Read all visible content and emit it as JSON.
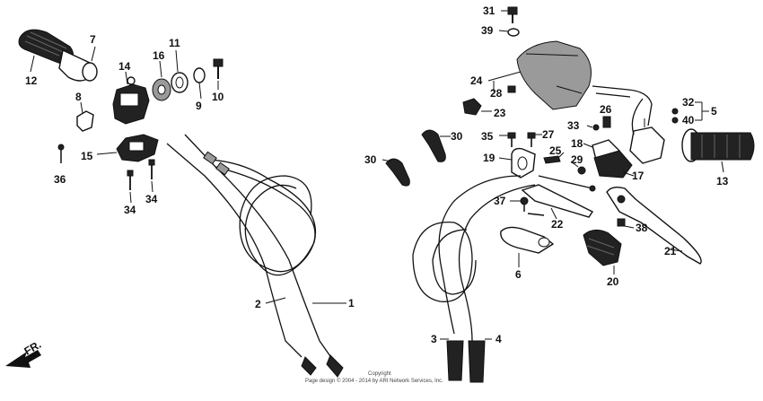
{
  "callouts": {
    "c1": "1",
    "c2": "2",
    "c3": "3",
    "c4": "4",
    "c5": "5",
    "c6": "6",
    "c7": "7",
    "c8": "8",
    "c9": "9",
    "c10": "10",
    "c11": "11",
    "c12": "12",
    "c13": "13",
    "c14": "14",
    "c15": "15",
    "c16": "16",
    "c17": "17",
    "c18": "18",
    "c19": "19",
    "c20": "20",
    "c21": "21",
    "c22": "22",
    "c23": "23",
    "c24": "24",
    "c25": "25",
    "c26": "26",
    "c27": "27",
    "c28": "28",
    "c29": "29",
    "c30a": "30",
    "c30b": "30",
    "c31": "31",
    "c32": "32",
    "c33": "33",
    "c34a": "34",
    "c34b": "34",
    "c35": "35",
    "c36": "36",
    "c37": "37",
    "c38": "38",
    "c39": "39",
    "c40": "40"
  },
  "direction_label": "FR.",
  "copyright": {
    "line1": "Copyright",
    "line2": "Page design © 2004 - 2014 by ARI Network Services, Inc."
  }
}
